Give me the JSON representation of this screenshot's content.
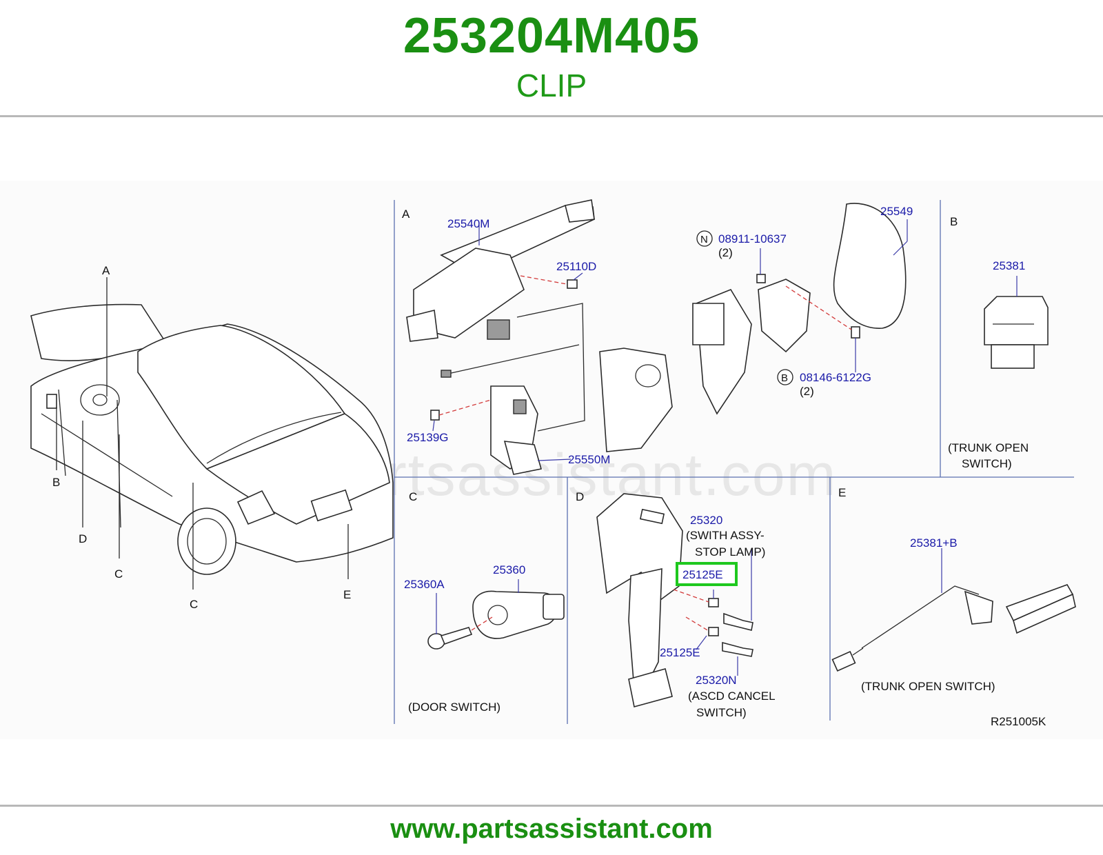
{
  "header": {
    "part_number": "253204M405",
    "part_name": "CLIP"
  },
  "footer": {
    "url": "www.partsassistant.com"
  },
  "watermark": "www.partsassistant.com",
  "diagram_code": "R251005K",
  "highlight_color": "#1ec81e",
  "brand_color": "#1a8f12",
  "label_color": "#1a1aa8",
  "car_view": {
    "callouts": [
      "A",
      "B",
      "C",
      "D",
      "C",
      "E"
    ]
  },
  "section_a": {
    "letter": "A",
    "labels": [
      "25540M",
      "25110D",
      "25139G",
      "25550M",
      "25549",
      "08911-10637",
      "(2)",
      "08146-6122G",
      "(2)"
    ],
    "circle_n": "N",
    "circle_b": "B"
  },
  "section_b": {
    "letter": "B",
    "part": "25381",
    "caption_line1": "(TRUNK OPEN",
    "caption_line2": "SWITCH)"
  },
  "section_c": {
    "letter": "C",
    "parts": [
      "25360A",
      "25360"
    ],
    "caption": "(DOOR SWITCH)"
  },
  "section_d": {
    "letter": "D",
    "part_25320": "25320",
    "caption1_line1": "(SWITH ASSY-",
    "caption1_line2": "STOP LAMP)",
    "highlighted_part": "25125E",
    "part_25125e_lower": "25125E",
    "part_25320n": "25320N",
    "caption2_line1": "(ASCD CANCEL",
    "caption2_line2": "SWITCH)"
  },
  "section_e": {
    "letter": "E",
    "part": "25381+B",
    "caption": "(TRUNK OPEN SWITCH)"
  }
}
